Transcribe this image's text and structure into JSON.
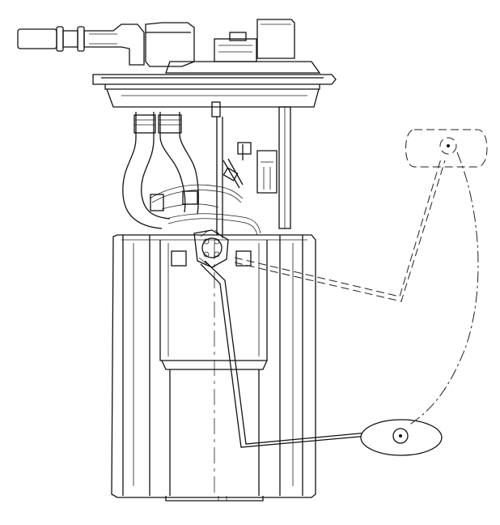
{
  "figure": {
    "subject": "fuel-pump-module-assembly",
    "view": "side-elevation",
    "line_color": "#111111",
    "background": "#ffffff",
    "float_positions": [
      "upper-dashed",
      "lower-solid"
    ]
  }
}
